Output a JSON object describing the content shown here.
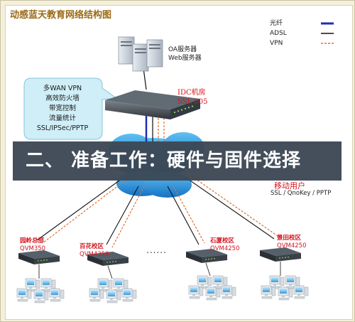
{
  "title": "动感蓝天教育网络结构图",
  "legend": {
    "items": [
      {
        "label": "光纤",
        "color": "#1e2fb0",
        "style": "solid"
      },
      {
        "label": "ADSL",
        "color": "#111111",
        "style": "solid"
      },
      {
        "label": "VPN",
        "color": "#e07030",
        "style": "dashed"
      }
    ]
  },
  "servers": {
    "line1": "OA服务器",
    "line2": "Web服务器"
  },
  "features": [
    "多WAN VPN",
    "高效防火墙",
    "带宽控制",
    "流量统计",
    "SSL/IPSec/PPTP"
  ],
  "idc": {
    "line1": "IDC机房",
    "line2": "SSL 005"
  },
  "banner": "二、 准备工作：硬件与固件选择",
  "mobile": {
    "label": "移动用户",
    "sub": "SSL / QnoKey / PPTP"
  },
  "sites": [
    {
      "name": "园岭总部",
      "model": "QVM350"
    },
    {
      "name": "百花校区",
      "model": "QVM4350"
    },
    {
      "name": "石厦校区",
      "model": "QVM4250"
    },
    {
      "name": "景田校区",
      "model": "QVM4250"
    }
  ],
  "ellipsis": "......",
  "colors": {
    "title": "#9a6a16",
    "accent_red": "#d4141e",
    "vpn": "#e07030",
    "fiber": "#1e2fb0",
    "cloud": "#1f8ed6",
    "banner_bg": "#3c4854"
  }
}
